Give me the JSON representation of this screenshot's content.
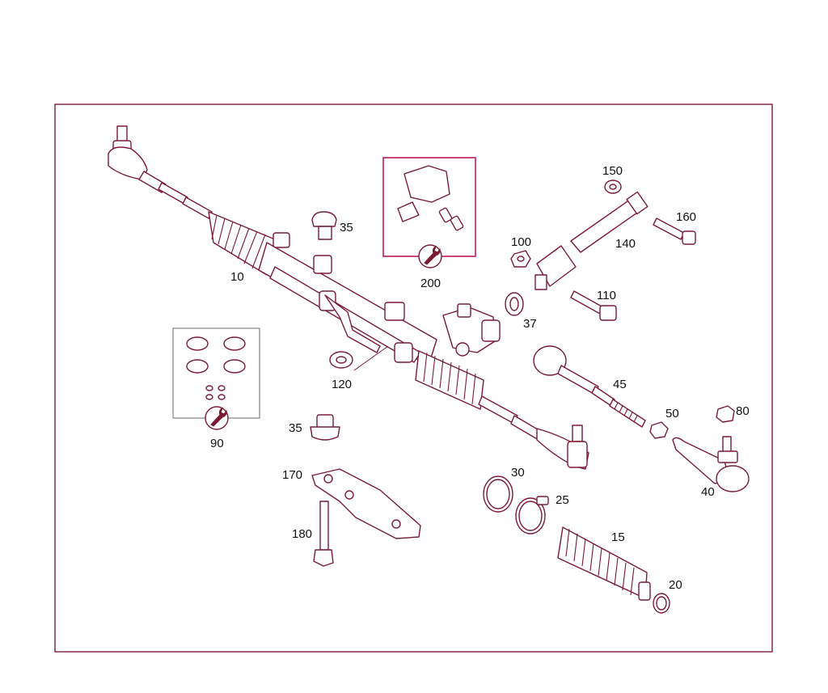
{
  "diagram": {
    "frame_color": "#7a1b34",
    "highlight_color": "#c2185b",
    "part_numbers": {
      "p10": "10",
      "p15": "15",
      "p20": "20",
      "p25": "25",
      "p30": "30",
      "p35a": "35",
      "p35b": "35",
      "p37": "37",
      "p40": "40",
      "p45": "45",
      "p50": "50",
      "p80": "80",
      "p90": "90",
      "p100": "100",
      "p110": "110",
      "p120": "120",
      "p140": "140",
      "p150": "150",
      "p160": "160",
      "p170": "170",
      "p180": "180",
      "p200": "200"
    },
    "icons": [
      "wrench-icon"
    ]
  }
}
